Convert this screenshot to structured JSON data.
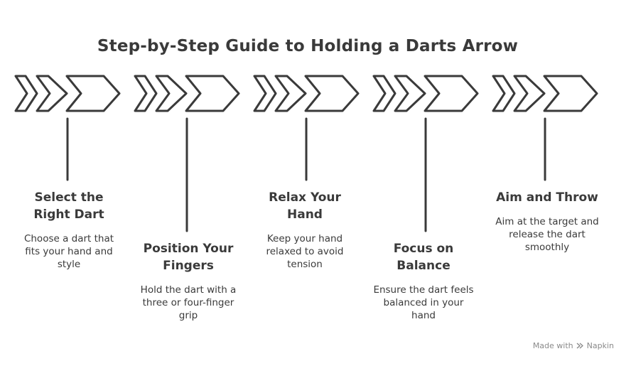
{
  "title": "Step-by-Step Guide to Holding a Darts Arrow",
  "steps": [
    {
      "title": "Select the Right Dart",
      "desc": "Choose a dart that fits your hand and style"
    },
    {
      "title": "Position Your Fingers",
      "desc": "Hold the dart with a three or four-finger grip"
    },
    {
      "title": "Relax Your Hand",
      "desc": "Keep your hand relaxed to avoid tension"
    },
    {
      "title": "Focus on Balance",
      "desc": "Ensure the dart feels balanced in your hand"
    },
    {
      "title": "Aim and Throw",
      "desc": "Aim at the target and release the dart smoothly"
    }
  ],
  "footer": {
    "made_with": "Made with",
    "brand": "Napkin",
    "icon": "napkin-logo-icon"
  },
  "colors": {
    "ink": "#3a3a3a",
    "muted": "#8a8a8a",
    "background": "#ffffff"
  }
}
